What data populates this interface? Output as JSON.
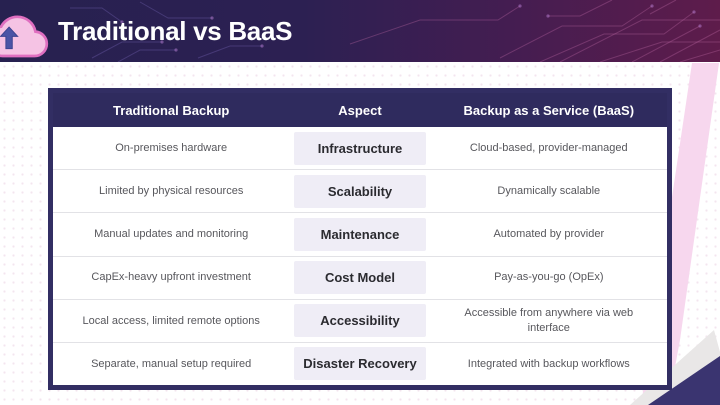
{
  "header": {
    "title": "Traditional vs BaaS",
    "icon": "cloud-upload"
  },
  "comparison_table": {
    "columns": [
      "Traditional Backup",
      "Aspect",
      "Backup as a Service (BaaS)"
    ],
    "rows": [
      {
        "traditional": "On-premises hardware",
        "aspect": "Infrastructure",
        "baas": "Cloud-based, provider-managed"
      },
      {
        "traditional": "Limited by physical resources",
        "aspect": "Scalability",
        "baas": "Dynamically scalable"
      },
      {
        "traditional": "Manual updates and monitoring",
        "aspect": "Maintenance",
        "baas": "Automated by provider"
      },
      {
        "traditional": "CapEx-heavy upfront investment",
        "aspect": "Cost Model",
        "baas": "Pay-as-you-go (OpEx)"
      },
      {
        "traditional": "Local access, limited remote options",
        "aspect": "Accessibility",
        "baas": "Accessible from anywhere via web interface"
      },
      {
        "traditional": "Separate, manual setup required",
        "aspect": "Disaster Recovery",
        "baas": "Integrated with backup workflows"
      }
    ]
  },
  "colors": {
    "banner_gradient_left": "#272150",
    "banner_gradient_right": "#5e1c4b",
    "table_header_bg": "#2f2b5e",
    "table_border": "#322e63",
    "aspect_cell_bg": "#efedf6",
    "accent_pink": "#f7d7ee",
    "corner_navy": "#3a3470",
    "corner_gray": "#e9e7e7",
    "cloud_pink": "#f5c3e4",
    "cloud_outline": "#df6fc0",
    "arrow_indigo": "#4a54a6"
  }
}
